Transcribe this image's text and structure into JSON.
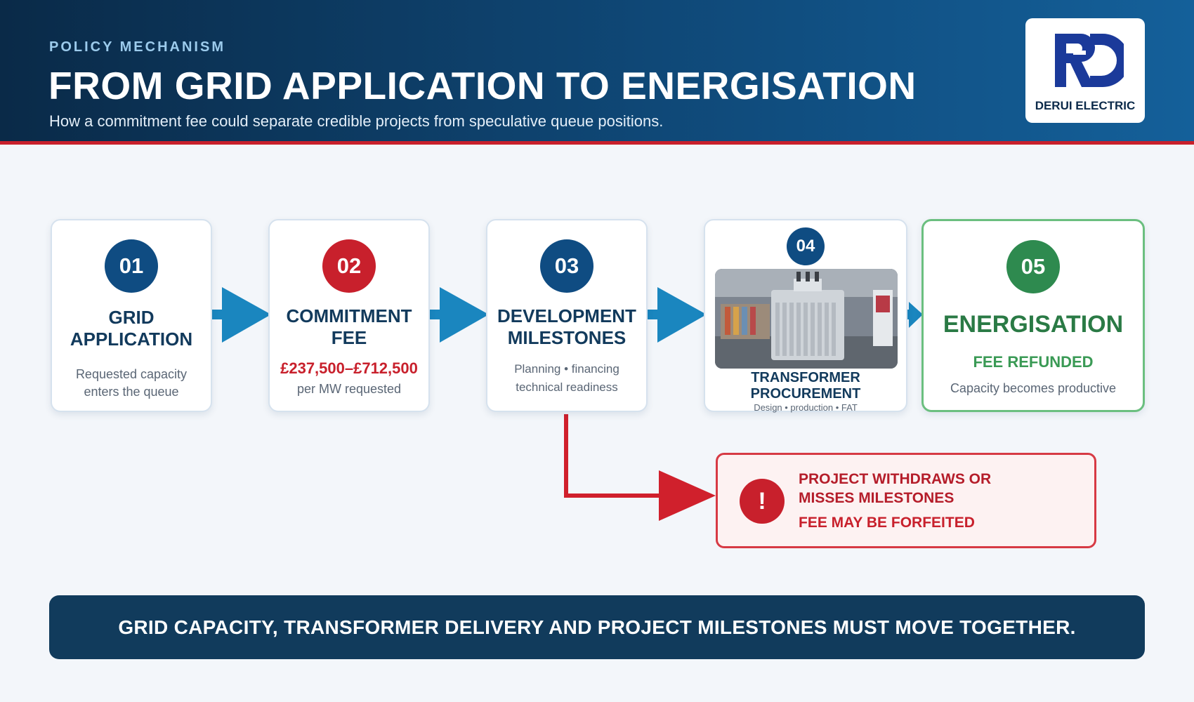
{
  "header": {
    "eyebrow": "POLICY MECHANISM",
    "title": "FROM GRID APPLICATION TO ENERGISATION",
    "subtitle": "How a commitment fee could separate credible projects from speculative queue positions.",
    "logo_text": "DERUI ELECTRIC"
  },
  "steps": [
    {
      "number": "01",
      "title_line1": "GRID",
      "title_line2": "APPLICATION",
      "desc_line1": "Requested capacity",
      "desc_line2": "enters the queue"
    },
    {
      "number": "02",
      "title_line1": "COMMITMENT",
      "title_line2": "FEE",
      "fee": "£237,500–£712,500",
      "desc_line1": "per MW requested"
    },
    {
      "number": "03",
      "title_line1": "DEVELOPMENT",
      "title_line2": "MILESTONES",
      "desc_line1": "Planning • financing",
      "desc_line2": "technical readiness"
    },
    {
      "number": "04",
      "title_line1": "TRANSFORMER",
      "title_line2": "PROCUREMENT",
      "desc_line1": "Design • production • FAT"
    },
    {
      "number": "05",
      "title": "ENERGISATION",
      "status": "FEE REFUNDED",
      "desc_line1": "Capacity becomes productive"
    }
  ],
  "warning": {
    "icon": "!",
    "title_line1": "PROJECT WITHDRAWS OR",
    "title_line2": "MISSES MILESTONES",
    "subtitle": "FEE MAY BE FORFEITED"
  },
  "banner": "GRID CAPACITY, TRANSFORMER DELIVERY AND PROJECT MILESTONES MUST MOVE TOGETHER.",
  "colors": {
    "navy": "#0f4c82",
    "arrow_blue": "#1a86bf",
    "red": "#c8202c",
    "green": "#2e8a4f",
    "banner": "#113b5c"
  },
  "icons": [
    "logo-rd-mark",
    "arrow-right-icon",
    "exclamation-icon",
    "transformer-photo"
  ]
}
